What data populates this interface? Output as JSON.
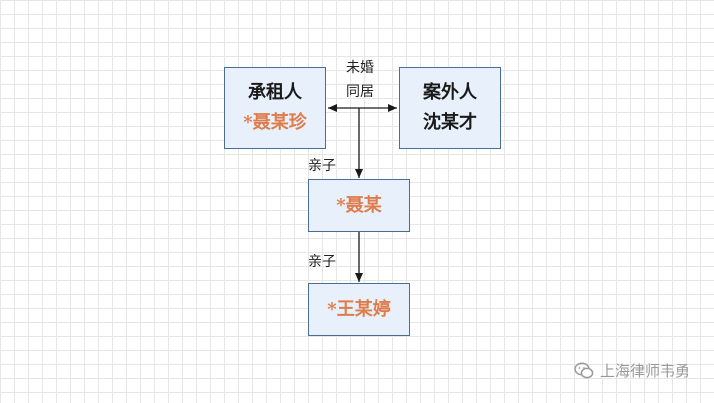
{
  "nodes": {
    "tenant": {
      "role": "承租人",
      "name": "*聂某珍"
    },
    "outsider": {
      "role": "案外人",
      "name": "沈某才"
    },
    "son": {
      "name": "*聂某"
    },
    "grandchild": {
      "name": "*王某婷"
    }
  },
  "edges": {
    "unmarried_line1": "未婚",
    "unmarried_line2": "同居",
    "parent_child_1": "亲子",
    "parent_child_2": "亲子"
  },
  "watermark": {
    "text": "上海律师韦勇",
    "icon": "wechat-icon"
  },
  "colors": {
    "node_fill": "#e8f1fb",
    "node_border": "#4a6d94",
    "highlight_name": "#e07b4a",
    "edge": "#1a1a1a"
  }
}
